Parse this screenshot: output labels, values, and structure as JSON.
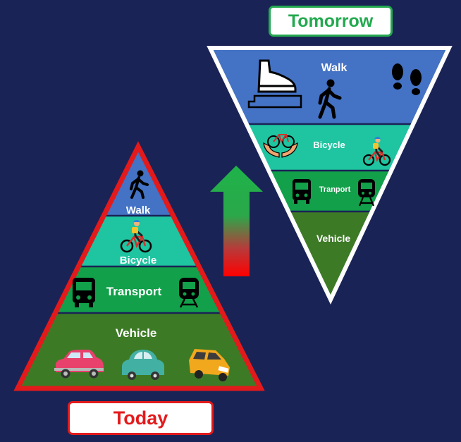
{
  "tomorrow_label": "Tomorrow",
  "today_label": "Today",
  "today_pyramid": {
    "walk": "Walk",
    "bicycle": "Bicycle",
    "transport": "Transport",
    "vehicle": "Vehicle"
  },
  "tomorrow_pyramid": {
    "walk": "Walk",
    "bicycle": "Bicycle",
    "transport": "Tranport",
    "vehicle": "Vehicle"
  },
  "colors": {
    "background": "#1a2356",
    "walk": "#4472c4",
    "bicycle": "#1fc4a0",
    "transport": "#12a04a",
    "vehicle": "#3d7a26",
    "today_border": "#e31a1c",
    "tomorrow_border": "#ffffff",
    "arrow_top": "#1fb34a",
    "arrow_bottom": "#ff0000"
  },
  "icons": [
    "walking-person-icon",
    "cyclist-icon",
    "bus-icon",
    "train-icon",
    "car-icon",
    "foot-step-icon",
    "footprints-icon",
    "bicycle-hands-icon"
  ]
}
